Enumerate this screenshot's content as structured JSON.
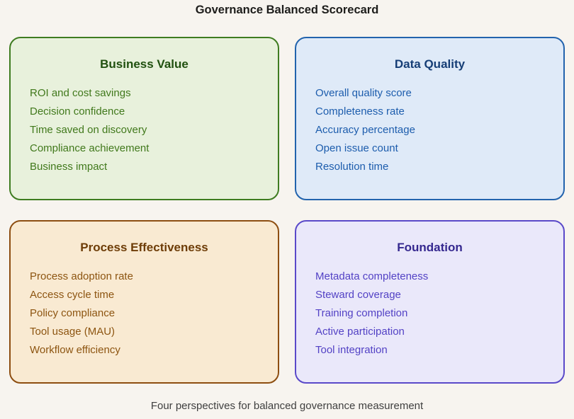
{
  "page": {
    "title": "Governance Balanced Scorecard",
    "footer": "Four perspectives for balanced governance measurement",
    "background_color": "#f7f4ef"
  },
  "quadrants": [
    {
      "id": "business-value",
      "title": "Business Value",
      "items": [
        "ROI and cost savings",
        "Decision confidence",
        "Time saved on discovery",
        "Compliance achievement",
        "Business impact"
      ],
      "colors": {
        "fill": "#e8f1dc",
        "border": "#3e7c20",
        "title": "#20500f",
        "items": "#41791c"
      }
    },
    {
      "id": "data-quality",
      "title": "Data Quality",
      "items": [
        "Overall quality score",
        "Completeness rate",
        "Accuracy percentage",
        "Open issue count",
        "Resolution time"
      ],
      "colors": {
        "fill": "#dfeaf8",
        "border": "#2263ad",
        "title": "#163e76",
        "items": "#1d5dad"
      }
    },
    {
      "id": "process-effectiveness",
      "title": "Process Effectiveness",
      "items": [
        "Process adoption rate",
        "Access cycle time",
        "Policy compliance",
        "Tool usage (MAU)",
        "Workflow efficiency"
      ],
      "colors": {
        "fill": "#f9ead2",
        "border": "#8d4e11",
        "title": "#6e3d08",
        "items": "#8d5511"
      }
    },
    {
      "id": "foundation",
      "title": "Foundation",
      "items": [
        "Metadata completeness",
        "Steward coverage",
        "Training completion",
        "Active participation",
        "Tool integration"
      ],
      "colors": {
        "fill": "#eae8fa",
        "border": "#5a49c9",
        "title": "#35288f",
        "items": "#5342c5"
      }
    }
  ]
}
